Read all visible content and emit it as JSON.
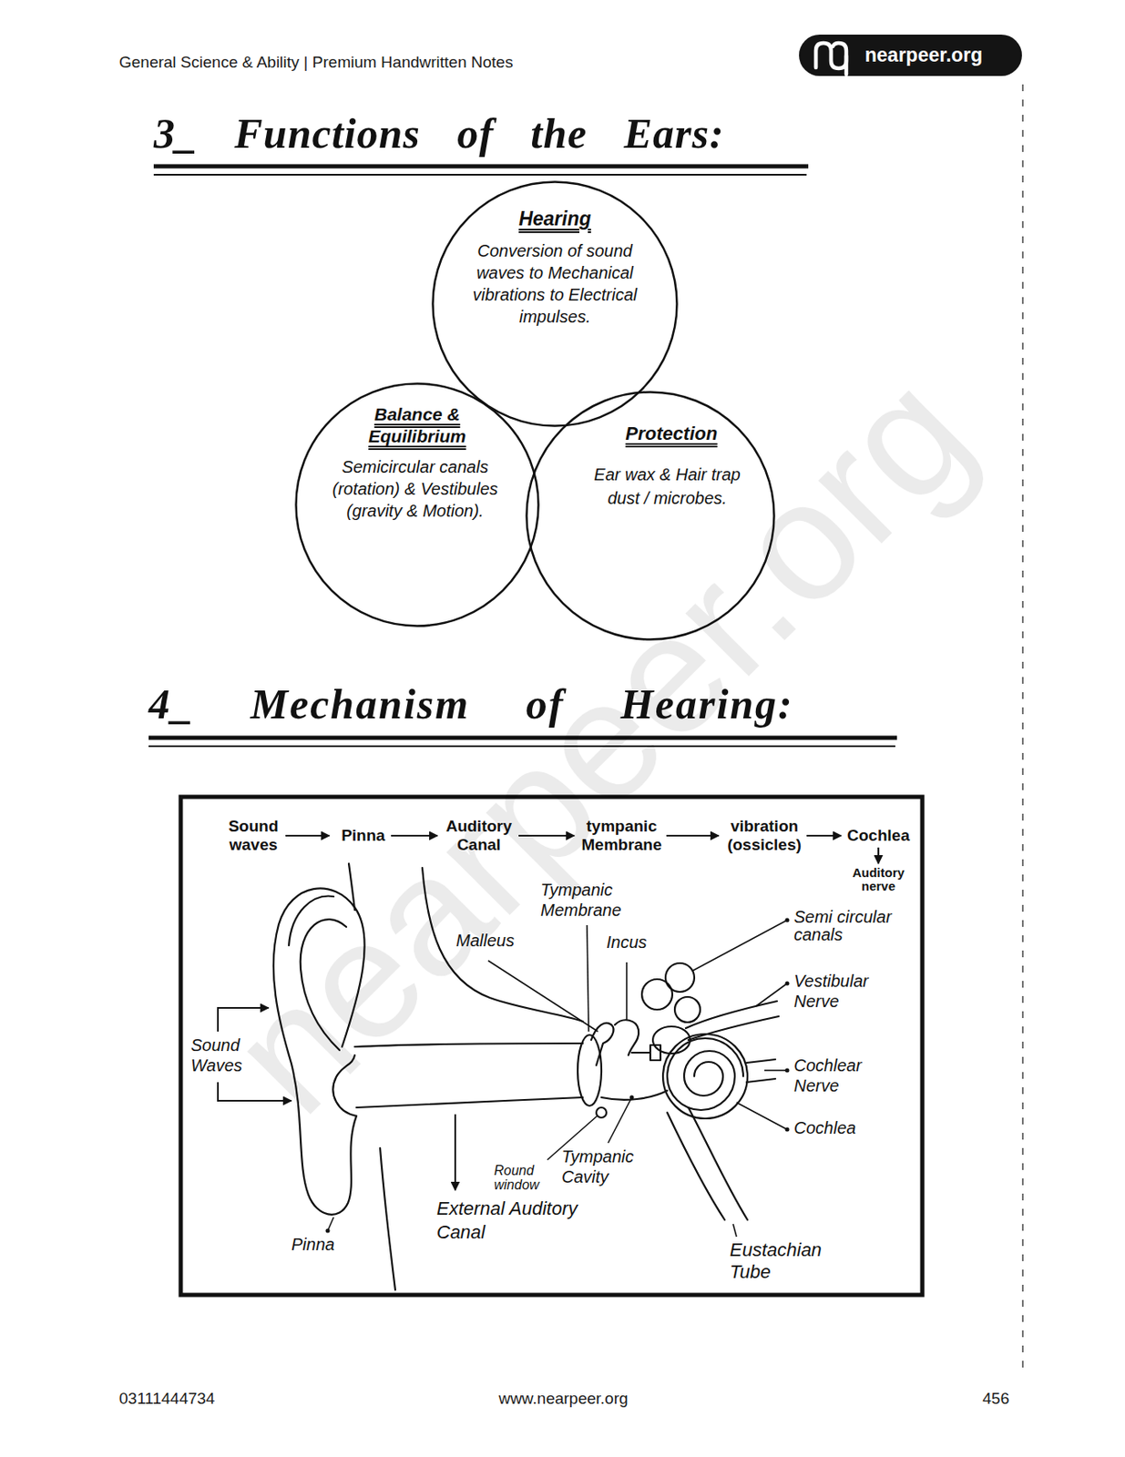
{
  "diagram": {
    "title": "3_ Functions of the Ears:",
    "nodes": [
      {
        "text": [
          "Hearing",
          "Conversion of sound waves to Mechanical vibrations to Electrical impulses."
        ]
      },
      {
        "text": [
          "Balance & Equilibrium",
          "Semicircular canals (rotation) & Vestibules (gravity & Motion)."
        ]
      },
      {
        "text": [
          "Protection",
          "Ear wax & Hair trap dust / microbes."
        ]
      }
    ],
    "labels": [
      "General Science & Ability | Premium Handwritten Notes",
      "nearpeer.org",
      "4_ Mechanism of Hearing:",
      "Sound waves",
      "Pinna",
      "Auditory Canal",
      "tympanic Membrane",
      "vibration (ossicles)",
      "Cochlea",
      "Auditory nerve",
      "Tympanic Membrane",
      "Malleus",
      "Incus",
      "Semi circular canals",
      "Vestibular Nerve",
      "Sound Waves",
      "Cochlear Nerve",
      "Cochlea",
      "Round window",
      "Tympanic Cavity",
      "Pinna",
      "External Auditory Canal",
      "Eustachian Tube",
      "03111444734",
      "www.nearpeer.org",
      "456",
      "nearpeer.org"
    ]
  }
}
